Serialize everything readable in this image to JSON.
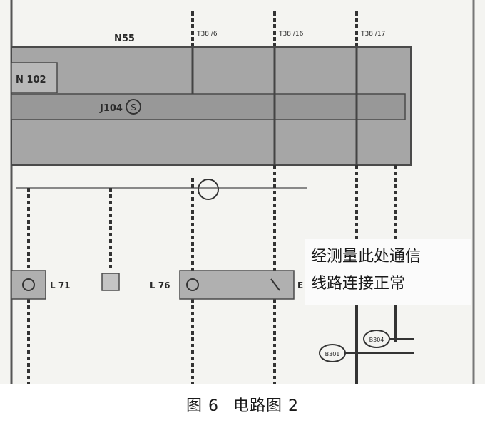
{
  "components": {
    "n55": "N55",
    "n102": "N 102",
    "j104": "J104",
    "l71": "L 71",
    "l76": "L 76",
    "plug_e": "E"
  },
  "connectors": {
    "t38_6": "T38 /6",
    "t38_16": "T38 /16",
    "t38_17": "T38 /17"
  },
  "splices": [
    "B301",
    "B304"
  ],
  "note": {
    "line1": "经测量此处通信",
    "line2": "线路连接正常"
  },
  "caption": {
    "figure": "图 6",
    "title": "电路图 2"
  },
  "colors": {
    "unit_fill": "#a6a6a6",
    "unit_border": "#4a4a4a",
    "wire": "#333333",
    "background": "#f4f4f1"
  }
}
